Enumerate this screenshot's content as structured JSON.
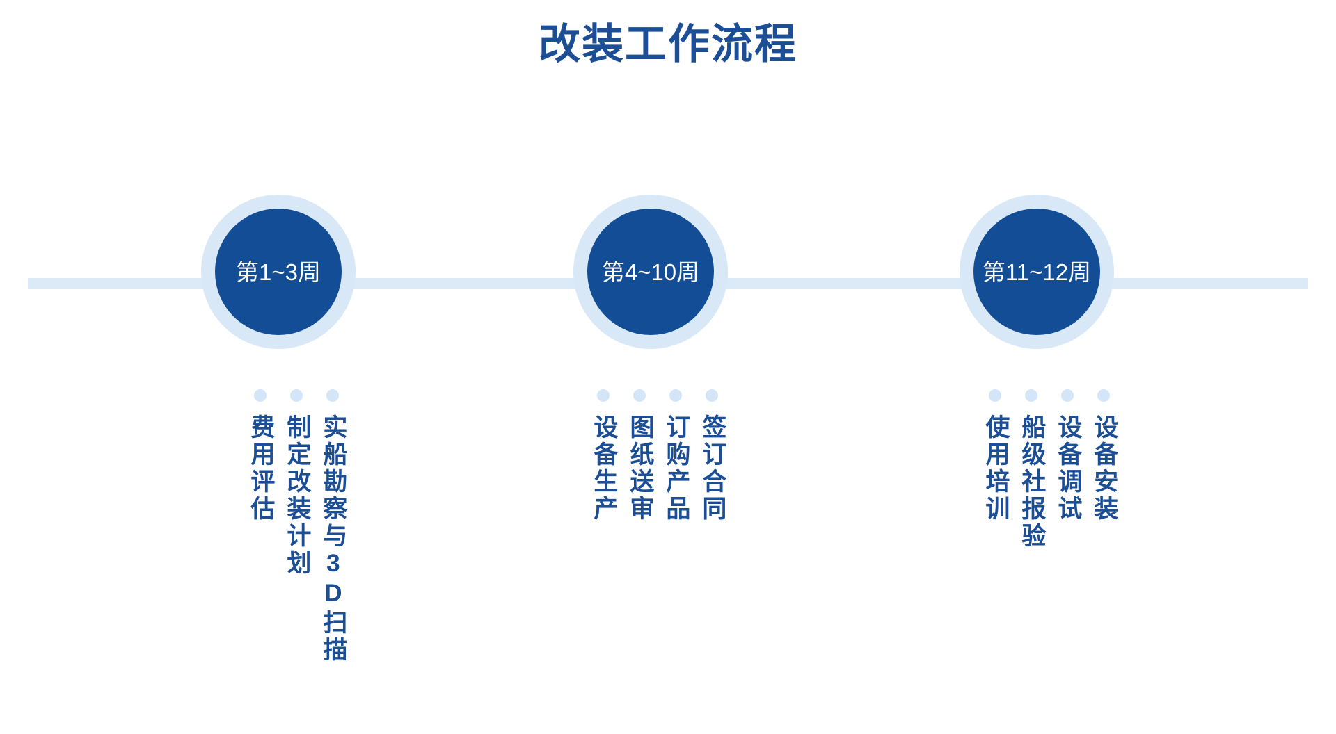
{
  "title": "改装工作流程",
  "colors": {
    "brand_dark_blue": "#124D95",
    "title_blue": "#1C4E96",
    "ring_light_blue": "#D8E8F7",
    "axis_light_blue": "#DCEAF8",
    "dot_light_blue": "#D3E5F7",
    "background": "#FFFFFF"
  },
  "timeline": {
    "stages": [
      {
        "node_label": "第1~3周",
        "tasks": [
          "实船勘察与3D扫描",
          "制定改装计划",
          "费用评估"
        ]
      },
      {
        "node_label": "第4~10周",
        "tasks": [
          "签订合同",
          "订购产品",
          "图纸送审",
          "设备生产"
        ]
      },
      {
        "node_label": "第11~12周",
        "tasks": [
          "设备安装",
          "设备调试",
          "船级社报验",
          "使用培训"
        ]
      }
    ]
  }
}
